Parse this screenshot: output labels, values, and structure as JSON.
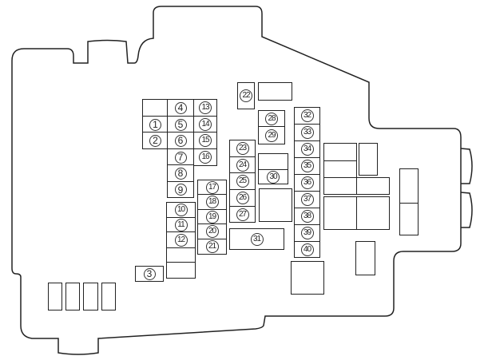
{
  "title": "Fuse box layout",
  "fuses": [
    "1",
    "2",
    "3",
    "4",
    "5",
    "6",
    "7",
    "8",
    "9",
    "10",
    "11",
    "12",
    "13",
    "14",
    "15",
    "16",
    "17",
    "18",
    "19",
    "20",
    "21",
    "22",
    "23",
    "24",
    "25",
    "26",
    "27",
    "28",
    "29",
    "30",
    "31",
    "32",
    "33",
    "34",
    "35",
    "36",
    "37",
    "38",
    "39",
    "40"
  ],
  "colors": {
    "line": "#222222",
    "background": "#ffffff"
  }
}
